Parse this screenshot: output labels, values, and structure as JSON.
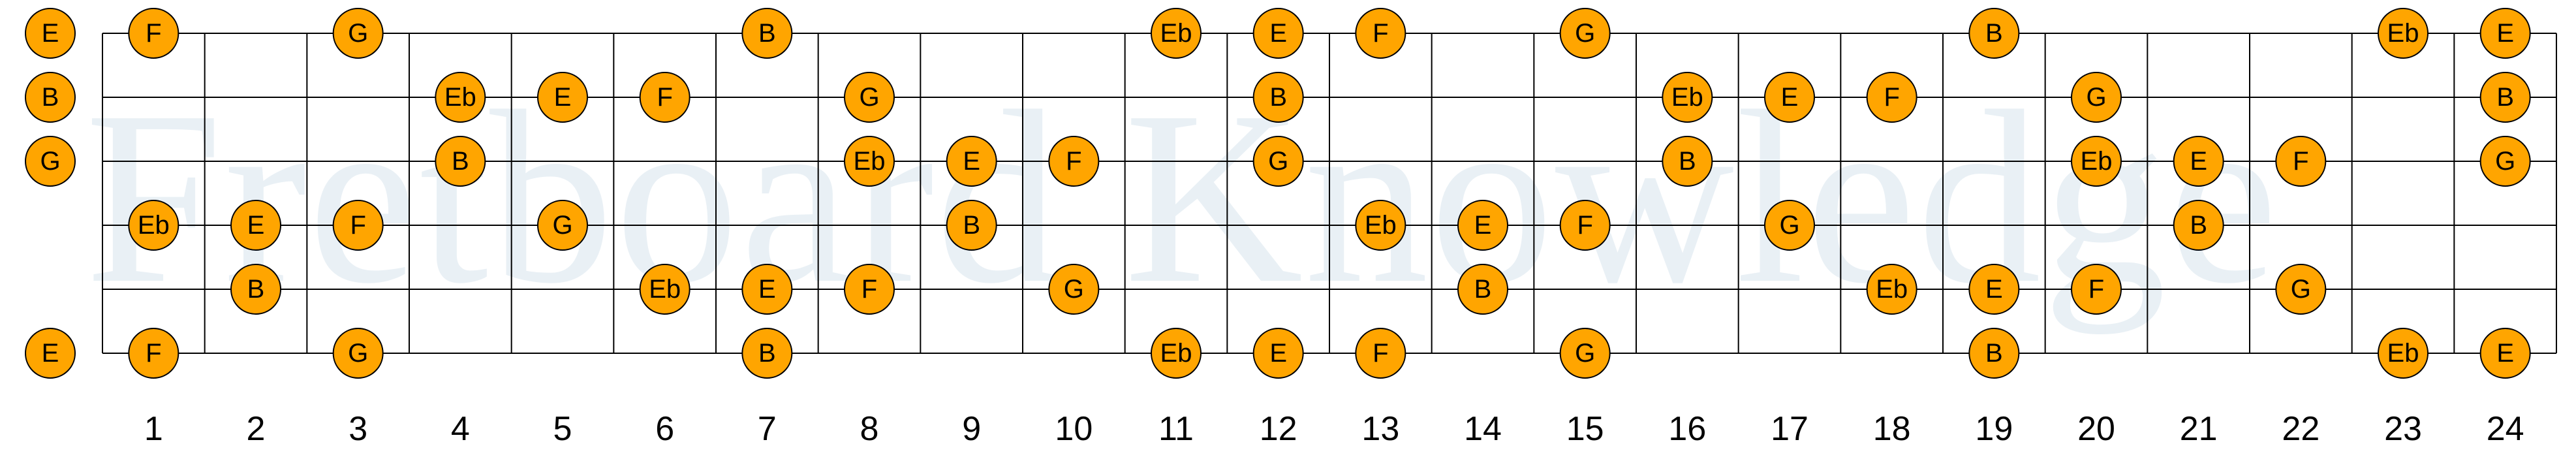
{
  "watermark": "Fretboard Knowledge",
  "colors": {
    "note_fill": "#ffa500",
    "note_stroke": "#000000",
    "line": "#000000",
    "watermark": "#d7e3ec",
    "background": "#ffffff"
  },
  "open_strings": [
    "E",
    "B",
    "G",
    "",
    "",
    "E"
  ],
  "fret_numbers": [
    "1",
    "2",
    "3",
    "4",
    "5",
    "6",
    "7",
    "8",
    "9",
    "10",
    "11",
    "12",
    "13",
    "14",
    "15",
    "16",
    "17",
    "18",
    "19",
    "20",
    "21",
    "22",
    "23",
    "24"
  ],
  "notes": [
    {
      "string": 1,
      "fret": 1,
      "note": "F"
    },
    {
      "string": 1,
      "fret": 3,
      "note": "G"
    },
    {
      "string": 1,
      "fret": 7,
      "note": "B"
    },
    {
      "string": 1,
      "fret": 11,
      "note": "Eb"
    },
    {
      "string": 1,
      "fret": 12,
      "note": "E"
    },
    {
      "string": 1,
      "fret": 13,
      "note": "F"
    },
    {
      "string": 1,
      "fret": 15,
      "note": "G"
    },
    {
      "string": 1,
      "fret": 19,
      "note": "B"
    },
    {
      "string": 1,
      "fret": 23,
      "note": "Eb"
    },
    {
      "string": 1,
      "fret": 24,
      "note": "E"
    },
    {
      "string": 2,
      "fret": 4,
      "note": "Eb"
    },
    {
      "string": 2,
      "fret": 5,
      "note": "E"
    },
    {
      "string": 2,
      "fret": 6,
      "note": "F"
    },
    {
      "string": 2,
      "fret": 8,
      "note": "G"
    },
    {
      "string": 2,
      "fret": 12,
      "note": "B"
    },
    {
      "string": 2,
      "fret": 16,
      "note": "Eb"
    },
    {
      "string": 2,
      "fret": 17,
      "note": "E"
    },
    {
      "string": 2,
      "fret": 18,
      "note": "F"
    },
    {
      "string": 2,
      "fret": 20,
      "note": "G"
    },
    {
      "string": 2,
      "fret": 24,
      "note": "B"
    },
    {
      "string": 3,
      "fret": 4,
      "note": "B"
    },
    {
      "string": 3,
      "fret": 8,
      "note": "Eb"
    },
    {
      "string": 3,
      "fret": 9,
      "note": "E"
    },
    {
      "string": 3,
      "fret": 10,
      "note": "F"
    },
    {
      "string": 3,
      "fret": 12,
      "note": "G"
    },
    {
      "string": 3,
      "fret": 16,
      "note": "B"
    },
    {
      "string": 3,
      "fret": 20,
      "note": "Eb"
    },
    {
      "string": 3,
      "fret": 21,
      "note": "E"
    },
    {
      "string": 3,
      "fret": 22,
      "note": "F"
    },
    {
      "string": 3,
      "fret": 24,
      "note": "G"
    },
    {
      "string": 4,
      "fret": 1,
      "note": "Eb"
    },
    {
      "string": 4,
      "fret": 2,
      "note": "E"
    },
    {
      "string": 4,
      "fret": 3,
      "note": "F"
    },
    {
      "string": 4,
      "fret": 5,
      "note": "G"
    },
    {
      "string": 4,
      "fret": 9,
      "note": "B"
    },
    {
      "string": 4,
      "fret": 13,
      "note": "Eb"
    },
    {
      "string": 4,
      "fret": 14,
      "note": "E"
    },
    {
      "string": 4,
      "fret": 15,
      "note": "F"
    },
    {
      "string": 4,
      "fret": 17,
      "note": "G"
    },
    {
      "string": 4,
      "fret": 21,
      "note": "B"
    },
    {
      "string": 5,
      "fret": 2,
      "note": "B"
    },
    {
      "string": 5,
      "fret": 6,
      "note": "Eb"
    },
    {
      "string": 5,
      "fret": 7,
      "note": "E"
    },
    {
      "string": 5,
      "fret": 8,
      "note": "F"
    },
    {
      "string": 5,
      "fret": 10,
      "note": "G"
    },
    {
      "string": 5,
      "fret": 14,
      "note": "B"
    },
    {
      "string": 5,
      "fret": 18,
      "note": "Eb"
    },
    {
      "string": 5,
      "fret": 19,
      "note": "E"
    },
    {
      "string": 5,
      "fret": 20,
      "note": "F"
    },
    {
      "string": 5,
      "fret": 22,
      "note": "G"
    },
    {
      "string": 6,
      "fret": 1,
      "note": "F"
    },
    {
      "string": 6,
      "fret": 3,
      "note": "G"
    },
    {
      "string": 6,
      "fret": 7,
      "note": "B"
    },
    {
      "string": 6,
      "fret": 11,
      "note": "Eb"
    },
    {
      "string": 6,
      "fret": 12,
      "note": "E"
    },
    {
      "string": 6,
      "fret": 13,
      "note": "F"
    },
    {
      "string": 6,
      "fret": 15,
      "note": "G"
    },
    {
      "string": 6,
      "fret": 19,
      "note": "B"
    },
    {
      "string": 6,
      "fret": 23,
      "note": "Eb"
    },
    {
      "string": 6,
      "fret": 24,
      "note": "E"
    }
  ]
}
